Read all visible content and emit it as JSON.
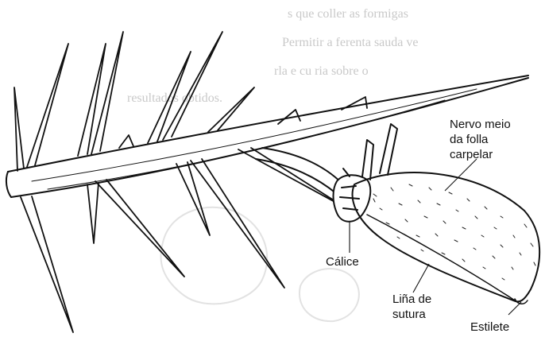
{
  "bleed_through_text": [
    "s que coller as formigas",
    "Permitir a ferenta sauda ve",
    "rla e cu ria sobre o",
    "resultados obtidos."
  ],
  "labels": {
    "nervo": [
      "Nervo meio",
      "da folla",
      "carpelar"
    ],
    "calice": "Cálice",
    "sutura": [
      "Liña de",
      "sutura"
    ],
    "estilete": "Estilete"
  }
}
